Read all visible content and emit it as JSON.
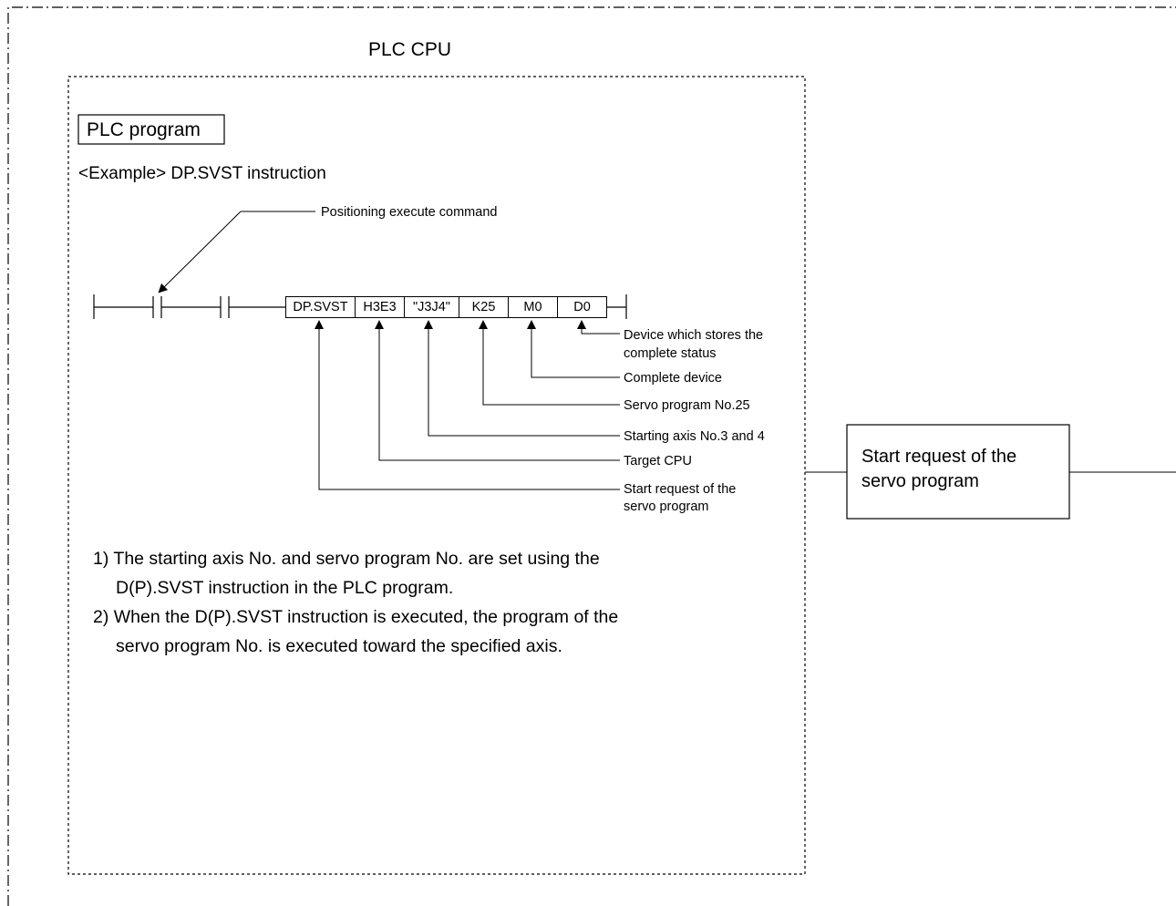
{
  "outer_title": "PLC CPU",
  "program_label": "PLC program",
  "example_caption": "<Example> DP.SVST instruction",
  "contact_callout": "Positioning execute command",
  "instruction": {
    "op": "DP.SVST",
    "target_cpu": "H3E3",
    "axes": "\"J3J4\"",
    "program_no": "K25",
    "complete_device": "M0",
    "status_device": "D0"
  },
  "callouts": {
    "status_line1": "Device which stores the",
    "status_line2": "complete status",
    "complete_device": "Complete device",
    "servo_program": "Servo program No.25",
    "starting_axis": "Starting axis No.3 and 4",
    "target_cpu": "Target CPU",
    "start_request_line1": "Start request of the",
    "start_request_line2": "servo program"
  },
  "notes": [
    {
      "line1": "1) The starting axis No. and servo program No. are set using the",
      "line2": "D(P).SVST instruction in the PLC program."
    },
    {
      "line1": "2) When the D(P).SVST instruction is executed, the program of the",
      "line2": "servo program No. is executed toward the specified axis."
    }
  ],
  "side_box": {
    "line1": "Start request of the",
    "line2": "servo program"
  }
}
